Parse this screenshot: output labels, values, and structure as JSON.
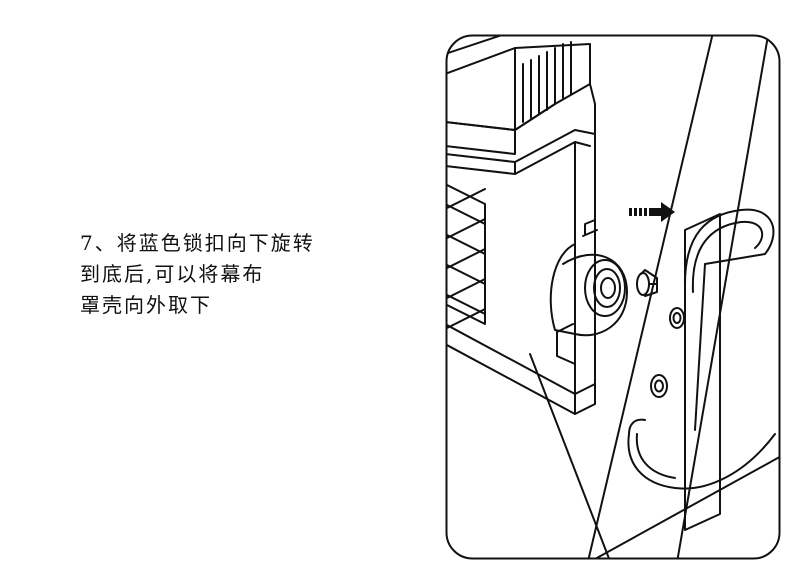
{
  "instruction": {
    "lines": [
      "7、将蓝色锁扣向下旋转",
      "到底后,可以将幕布",
      "罩壳向外取下"
    ]
  },
  "figure": {
    "icons": {
      "push_arrow": "arrow-right-icon",
      "lock_knob": "lock-knob-icon"
    },
    "line_color": "#111111",
    "background_color": "#ffffff"
  }
}
